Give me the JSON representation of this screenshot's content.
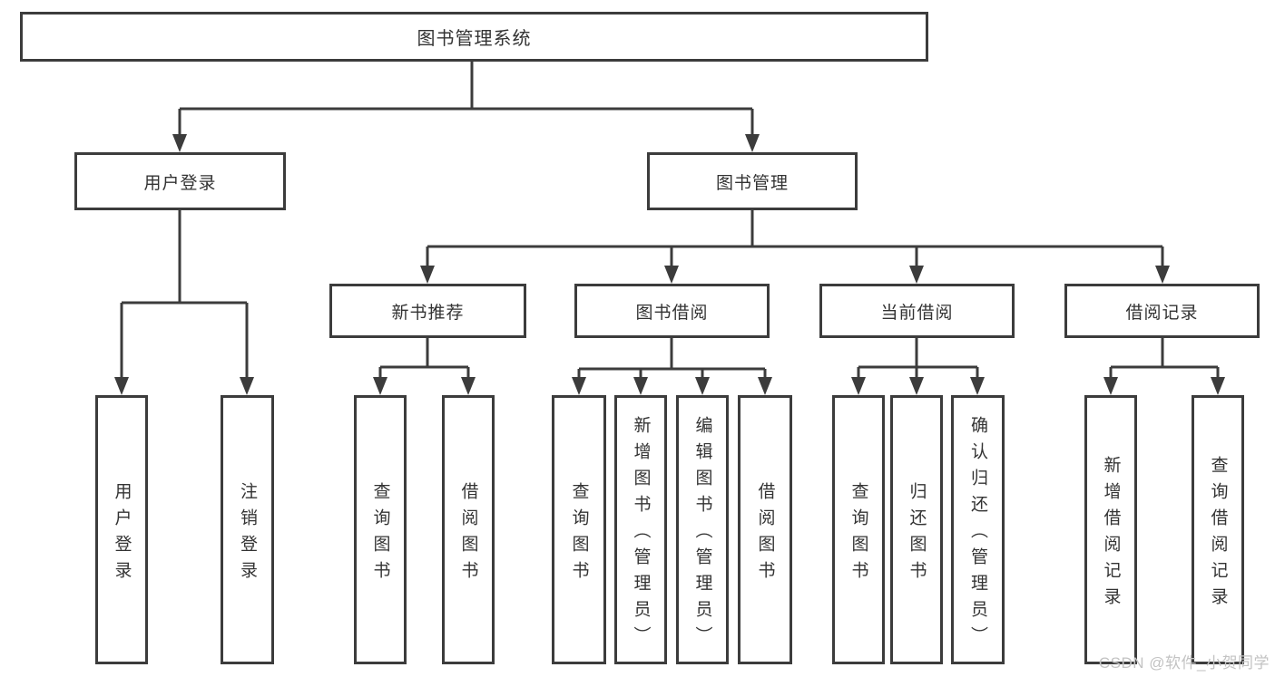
{
  "diagram": {
    "root": {
      "label": "图书管理系统"
    },
    "branches": [
      {
        "label": "用户登录",
        "children": [
          {
            "label": "用户登录"
          },
          {
            "label": "注销登录"
          }
        ]
      },
      {
        "label": "图书管理",
        "sections": [
          {
            "label": "新书推荐",
            "children": [
              {
                "label": "查询图书"
              },
              {
                "label": "借阅图书"
              }
            ]
          },
          {
            "label": "图书借阅",
            "children": [
              {
                "label": "查询图书"
              },
              {
                "label": "新增图书（管理员）"
              },
              {
                "label": "编辑图书（管理员）"
              },
              {
                "label": "借阅图书"
              }
            ]
          },
          {
            "label": "当前借阅",
            "children": [
              {
                "label": "查询图书"
              },
              {
                "label": "归还图书"
              },
              {
                "label": "确认归还（管理员）"
              }
            ]
          },
          {
            "label": "借阅记录",
            "children": [
              {
                "label": "新增借阅记录"
              },
              {
                "label": "查询借阅记录"
              }
            ]
          }
        ]
      }
    ]
  },
  "watermark": {
    "text": "CSDN @软件_小贺同学"
  },
  "colors": {
    "line": "#3c3c3c",
    "box_border": "#3c3c3c",
    "text": "#333333",
    "watermark": "#c3c3c3",
    "background": "#ffffff"
  }
}
